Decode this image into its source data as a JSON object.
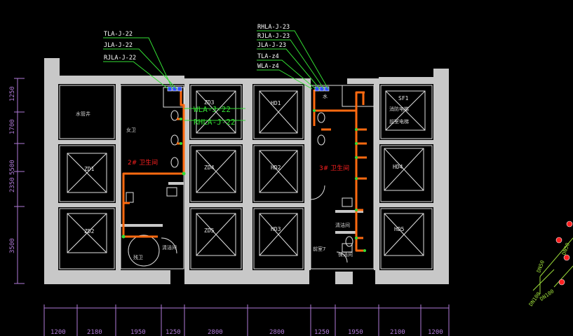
{
  "callouts_left": [
    "TLA-J-22",
    "JLA-J-22",
    "RJLA-J-22"
  ],
  "callouts_right": [
    "RHLA-J-23",
    "RJLA-J-23",
    "JLA-J-23",
    "TLA-z4",
    "WLA-z4"
  ],
  "riser_labels": [
    "WLA-J-22",
    "RHLA-J-22"
  ],
  "rooms": {
    "zd1": "ZD1",
    "zd2": "ZD2",
    "zd3": "ZD3",
    "zd4": "ZD4",
    "zd5": "ZD5",
    "hd1": "HD1",
    "hd2": "HD2",
    "hd3": "HD3",
    "hd4": "HD4",
    "hd5": "HD5",
    "sf1": "SF1",
    "pipe_well": "水管井",
    "toilet2": "2# 卫生间",
    "toilet3": "3# 卫生间",
    "barrier_free": "残卫",
    "janitor_left": "清洁间",
    "janitor_right": "清洁间",
    "fire_elec": "消防电梯",
    "fire_elec2": "前室电梯",
    "small_a": "女卫",
    "small_b": "保洁间",
    "small_c": "前室7",
    "small_d": "水"
  },
  "dims_left": [
    "1250",
    "1700",
    "5500",
    "2350",
    "3500"
  ],
  "dims_bottom": [
    "1200",
    "2180",
    "1950",
    "1250",
    "2800",
    "2800",
    "1250",
    "1950",
    "2100",
    "1200"
  ],
  "pipe_labels": [
    "DN50",
    "DN100",
    "DN100",
    "DN50"
  ],
  "colors": {
    "background": "#000000",
    "wall": "#c8c8c8",
    "pipe": "#ff6a10",
    "leader": "#33dd33",
    "dimension": "#b07ad8"
  }
}
